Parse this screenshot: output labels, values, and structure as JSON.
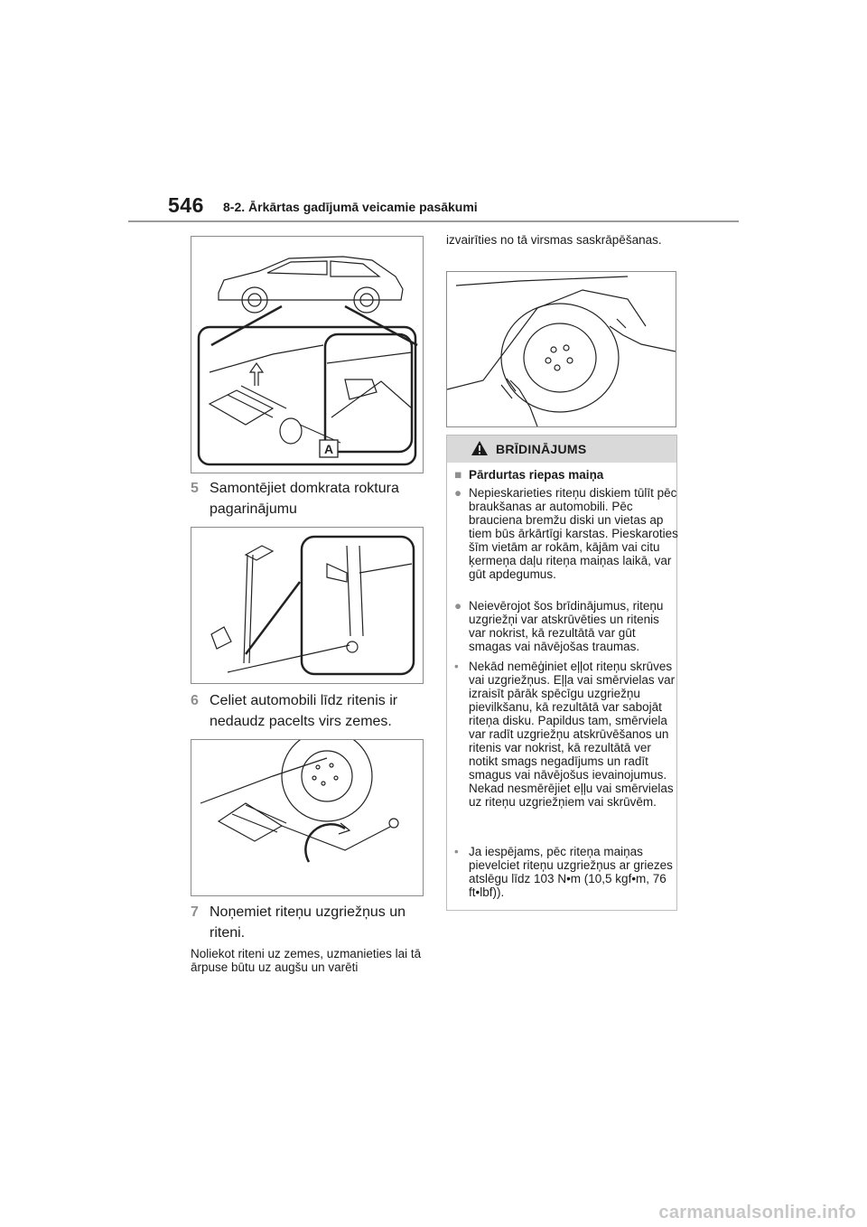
{
  "header": {
    "page_number": "546",
    "section_title": "8-2. Ārkārtas gadījumā veicamie pasākumi"
  },
  "figure1": {
    "callout_label": "A"
  },
  "steps": [
    {
      "number": "5",
      "text": "Samontējiet domkrata roktura pagarinājumu"
    },
    {
      "number": "6",
      "text": "Celiet automobili līdz ritenis ir nedaudz pacelts virs zemes."
    },
    {
      "number": "7",
      "text": "Noņemiet riteņu uzgriežņus un riteni."
    }
  ],
  "note": {
    "left": "Noliekot riteni uz zemes, uzmanieties lai tā ārpuse būtu uz augšu un varēti",
    "right": "izvairīties no tā virsmas saskrāpēšanas."
  },
  "warning": {
    "title": "BRĪDINĀJUMS",
    "subheading": "Pārdurtas riepas maiņa",
    "items": [
      {
        "bullet": "●",
        "text": "Nepieskarieties riteņu diskiem tūlīt pēc braukšanas ar automobili. Pēc brauciena bremžu diski un vietas ap tiem būs ārkārtīgi karstas. Pieskaroties šīm vietām ar rokām, kājām vai citu ķermeņa daļu riteņa maiņas laikā, var gūt apdegumus."
      },
      {
        "bullet": "●",
        "text": "Neievērojot šos brīdinājumus, riteņu uzgriežņi var atskrūvēties un ritenis var nokrist, kā rezultātā var gūt smagas vai nāvējošas traumas."
      },
      {
        "bullet": "•",
        "text": "Nekād nemēģiniet eļļot riteņu skrūves vai uzgriežņus. Eļļa vai smērvielas var izraisīt pārāk spēcīgu uzgriežņu pievilkšanu, kā rezultātā var sabojāt riteņa disku. Papildus tam, smērviela var radīt uzgriežņu atskrūvēšanos un ritenis var nokrist, kā rezultātā ver notikt smags negadījums un radīt smagus vai nāvējošus ievainojumus. Nekad nesmērējiet eļļu vai smērvielas uz riteņu uzgriežņiem vai skrūvēm."
      },
      {
        "bullet": "•",
        "text": "Ja iespējams, pēc riteņa maiņas pievelciet riteņu uzgriežņus ar griezes atslēgu līdz 103 N•m (10,5 kgf•m, 76 ft•lbf))."
      }
    ]
  },
  "footer": {
    "watermark": "carmanualsonline.info"
  }
}
